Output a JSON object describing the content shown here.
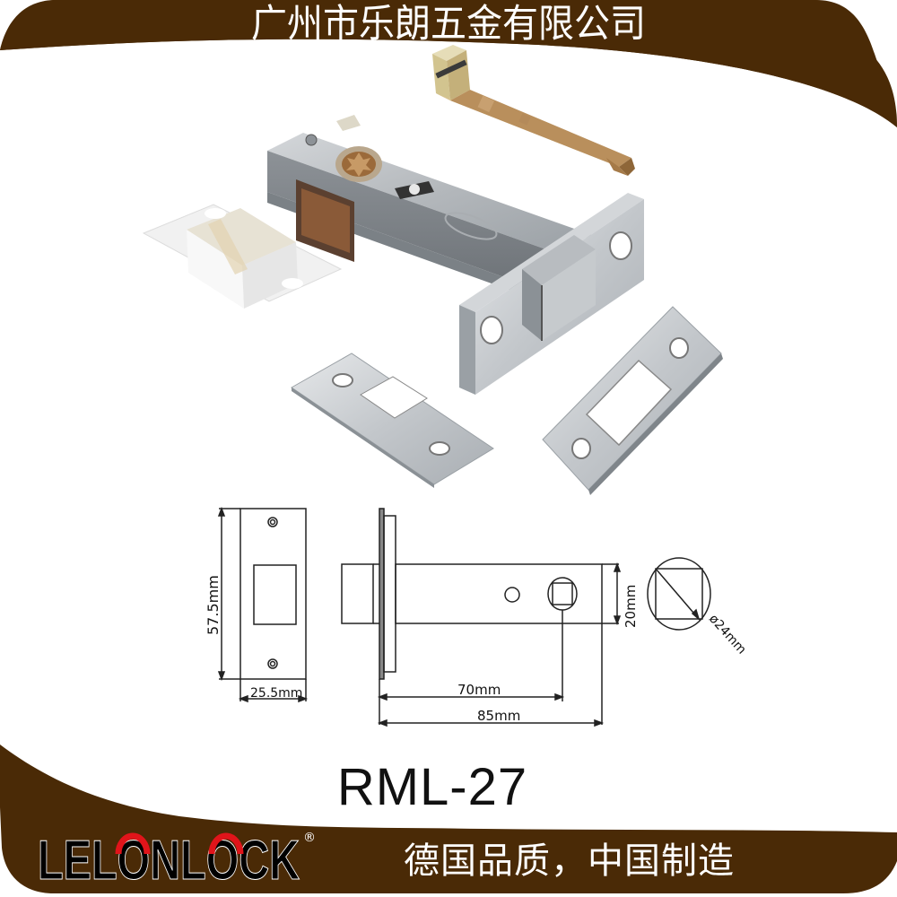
{
  "header": {
    "company_name": "广州市乐朗五金有限公司",
    "band_color": "#4a2a06"
  },
  "product": {
    "model": "RML-27",
    "components": [
      "lock-body",
      "spindle",
      "plastic-box-keep",
      "strike-plate",
      "face-plate"
    ]
  },
  "drawing": {
    "strike_plate_height": "57.5mm",
    "strike_plate_width": "25.5mm",
    "backset": "70mm",
    "body_length": "85mm",
    "body_height": "20mm",
    "spindle_diameter": "ø24mm"
  },
  "footer": {
    "brand": "LELONLOCK",
    "registered_mark": "®",
    "slogan": "德国品质，中国制造",
    "brand_accent_color": "#e0141a"
  }
}
